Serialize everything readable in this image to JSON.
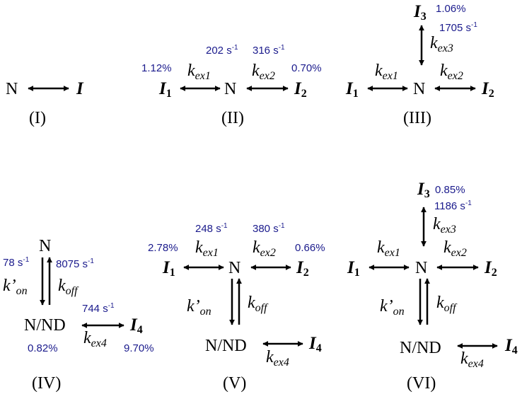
{
  "colors": {
    "text": "#000000",
    "values": "#1a1a8c"
  },
  "scheme_I": {
    "label": "(I)",
    "native": "N",
    "intermediate": "I"
  },
  "scheme_II": {
    "label": "(II)",
    "native": "N",
    "i1": {
      "letter": "I",
      "sub": "1"
    },
    "i2": {
      "letter": "I",
      "sub": "2"
    },
    "kex1": {
      "k": "k",
      "sub": "ex1"
    },
    "kex2": {
      "k": "k",
      "sub": "ex2"
    },
    "kex1_value": "202 s",
    "kex1_exp": "-1",
    "kex2_value": "316 s",
    "kex2_exp": "-1",
    "pop_i1": "1.12%",
    "pop_i2": "0.70%"
  },
  "scheme_III": {
    "label": "(III)",
    "native": "N",
    "i1": {
      "letter": "I",
      "sub": "1"
    },
    "i2": {
      "letter": "I",
      "sub": "2"
    },
    "i3": {
      "letter": "I",
      "sub": "3"
    },
    "kex1": {
      "k": "k",
      "sub": "ex1"
    },
    "kex2": {
      "k": "k",
      "sub": "ex2"
    },
    "kex3": {
      "k": "k",
      "sub": "ex3"
    },
    "pop_i3": "1.06%",
    "kex3_value": "1705 s",
    "kex3_exp": "-1"
  },
  "scheme_IV": {
    "label": "(IV)",
    "native": "N",
    "bound": "N/ND",
    "i4": {
      "letter": "I",
      "sub": "4"
    },
    "kon": {
      "k": "k’",
      "sub": "on"
    },
    "koff": {
      "k": "k",
      "sub": "off"
    },
    "kex4": {
      "k": "k",
      "sub": "ex4"
    },
    "kon_value": "78 s",
    "kon_exp": "-1",
    "koff_value": "8075 s",
    "koff_exp": "-1",
    "kex4_value": "744 s",
    "kex4_exp": "-1",
    "pop_bound": "0.82%",
    "pop_i4": "9.70%"
  },
  "scheme_V": {
    "label": "(V)",
    "native": "N",
    "bound": "N/ND",
    "i1": {
      "letter": "I",
      "sub": "1"
    },
    "i2": {
      "letter": "I",
      "sub": "2"
    },
    "i4": {
      "letter": "I",
      "sub": "4"
    },
    "kex1": {
      "k": "k",
      "sub": "ex1"
    },
    "kex2": {
      "k": "k",
      "sub": "ex2"
    },
    "kex4": {
      "k": "k",
      "sub": "ex4"
    },
    "kon": {
      "k": "k’",
      "sub": "on"
    },
    "koff": {
      "k": "k",
      "sub": "off"
    },
    "kex1_value": "248 s",
    "kex1_exp": "-1",
    "kex2_value": "380 s",
    "kex2_exp": "-1",
    "pop_i1": "2.78%",
    "pop_i2": "0.66%"
  },
  "scheme_VI": {
    "label": "(VI)",
    "native": "N",
    "bound": "N/ND",
    "i1": {
      "letter": "I",
      "sub": "1"
    },
    "i2": {
      "letter": "I",
      "sub": "2"
    },
    "i3": {
      "letter": "I",
      "sub": "3"
    },
    "i4": {
      "letter": "I",
      "sub": "4"
    },
    "kex1": {
      "k": "k",
      "sub": "ex1"
    },
    "kex2": {
      "k": "k",
      "sub": "ex2"
    },
    "kex3": {
      "k": "k",
      "sub": "ex3"
    },
    "kex4": {
      "k": "k",
      "sub": "ex4"
    },
    "kon": {
      "k": "k’",
      "sub": "on"
    },
    "koff": {
      "k": "k",
      "sub": "off"
    },
    "pop_i3": "0.85%",
    "kex3_value": "1186 s",
    "kex3_exp": "-1"
  }
}
